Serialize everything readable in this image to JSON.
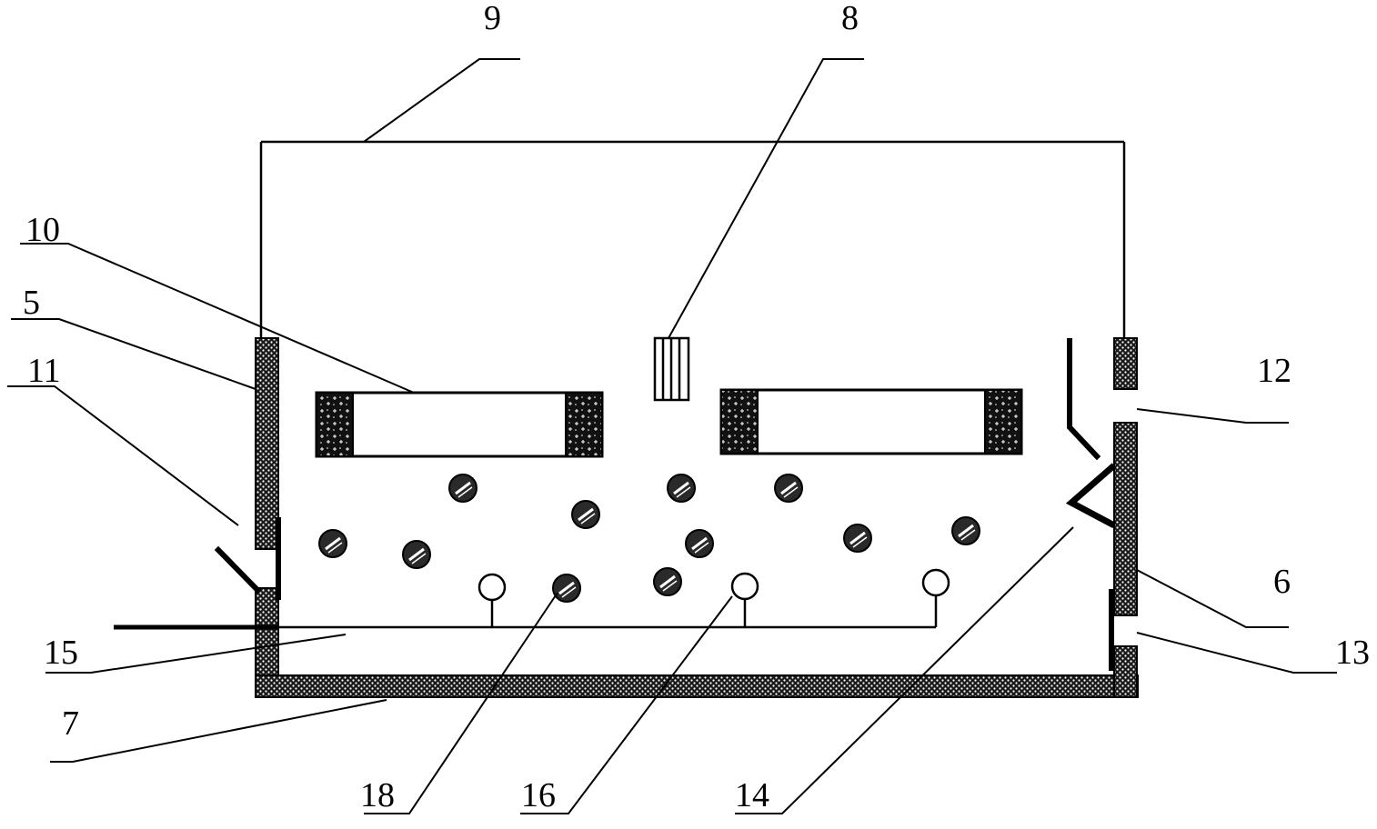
{
  "labels": {
    "l5": "5",
    "l6": "6",
    "l7": "7",
    "l8": "8",
    "l9": "9",
    "l10": "10",
    "l11": "11",
    "l12": "12",
    "l13": "13",
    "l14": "14",
    "l15": "15",
    "l16": "16",
    "l18": "18"
  },
  "colors": {
    "line": "#000000",
    "background": "#ffffff",
    "wall_fill": "#2a2a2a"
  }
}
